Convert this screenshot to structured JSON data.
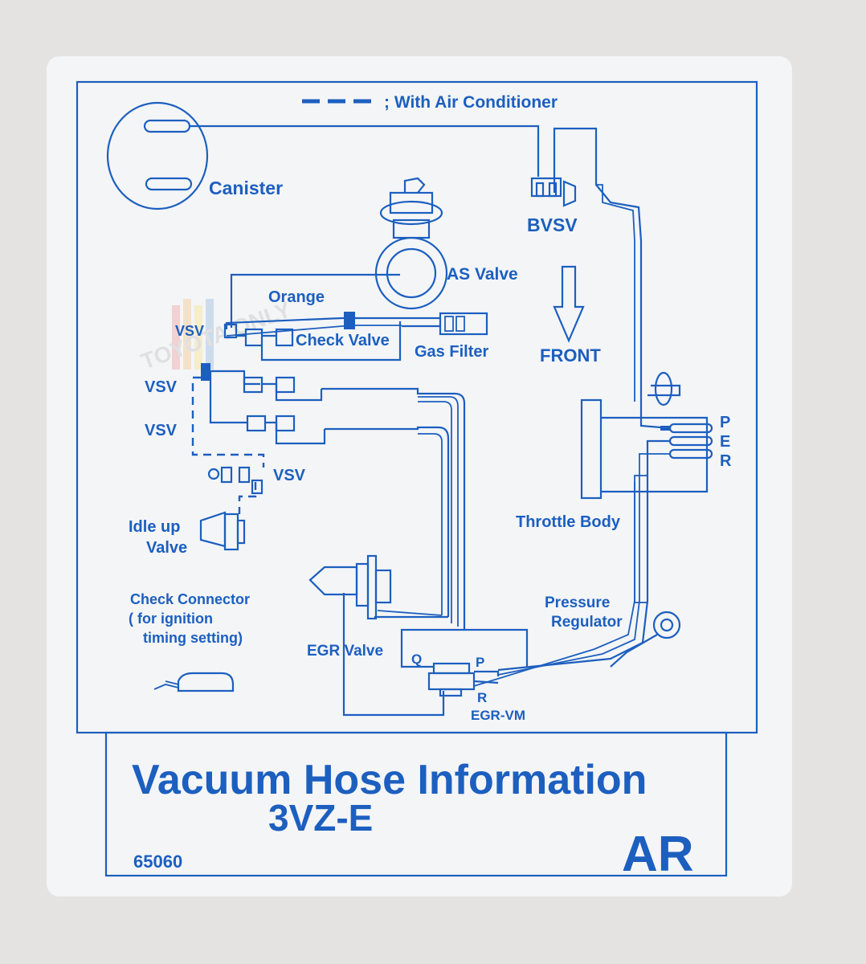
{
  "legend": {
    "text": "; With Air Conditioner"
  },
  "labels": {
    "canister": "Canister",
    "bvsv": "BVSV",
    "as_valve": "AS Valve",
    "orange": "Orange",
    "vsv_1": "VSV",
    "check_valve": "Check Valve",
    "gas_filter": "Gas Filter",
    "front": "FRONT",
    "vsv_2": "VSV",
    "vsv_3": "VSV",
    "vsv_4": "VSV",
    "idle_up_1": "Idle up",
    "idle_up_2": "Valve",
    "check_connector_1": "Check Connector",
    "check_connector_2": "( for ignition",
    "check_connector_3": "timing setting)",
    "egr_valve": "EGR Valve",
    "throttle_body": "Throttle Body",
    "pressure_regulator_1": "Pressure",
    "pressure_regulator_2": "Regulator",
    "port_p": "P",
    "port_e": "E",
    "port_r": "R",
    "port_q_vm": "Q",
    "port_p_vm": "P",
    "port_r_vm": "R",
    "egr_vm": "EGR-VM"
  },
  "footer": {
    "title": "Vacuum Hose Information",
    "engine": "3VZ-E",
    "part_number": "65060",
    "code": "AR"
  },
  "watermark": {
    "text": "TOYOTA ONLY"
  },
  "colors": {
    "ink": "#1c5fbf",
    "paper": "#f4f5f7",
    "background": "#e4e3e1"
  }
}
